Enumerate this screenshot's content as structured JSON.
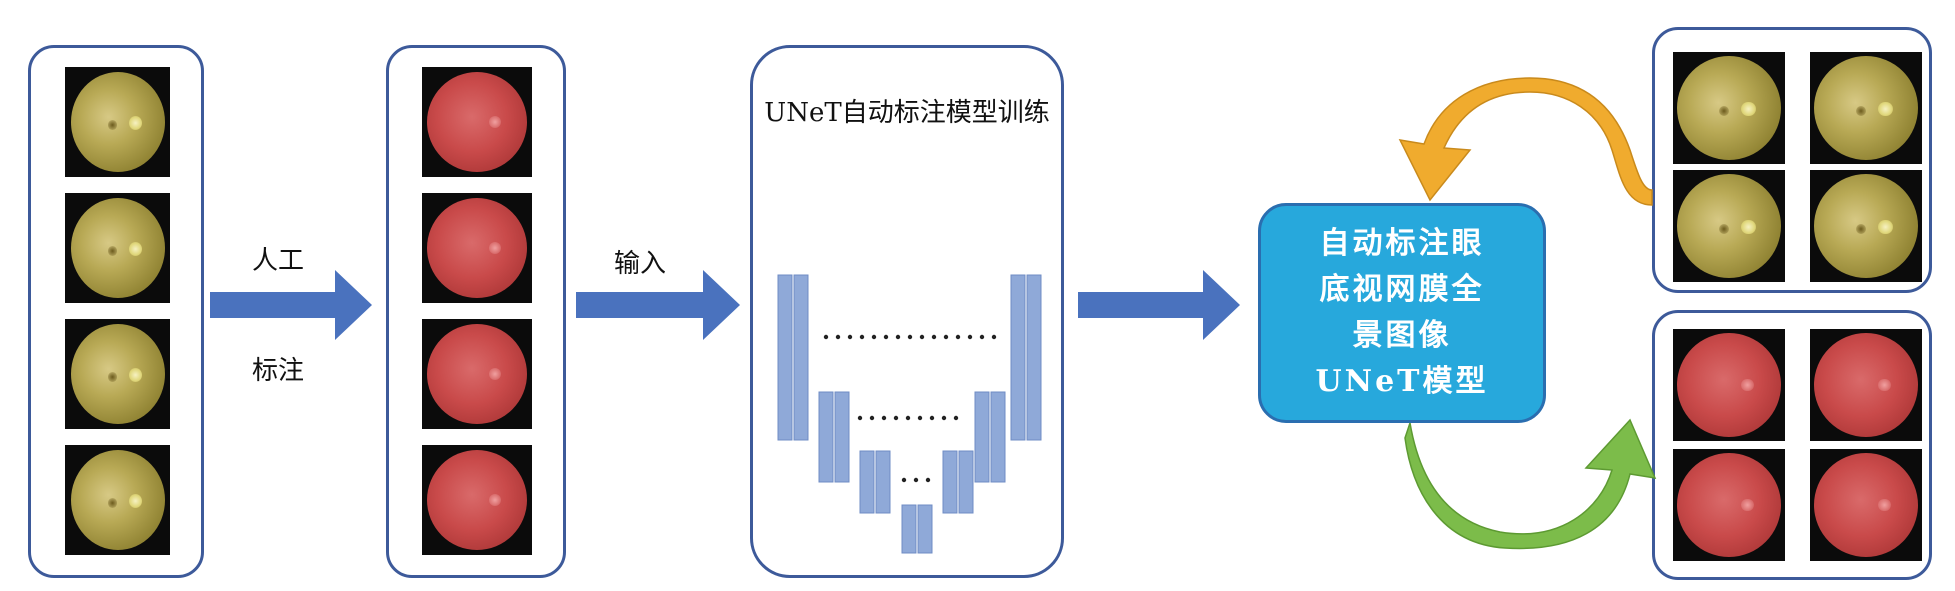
{
  "edges": {
    "manual_label_top": "人工",
    "manual_label_bottom": "标注",
    "input_label": "输入"
  },
  "unet_training": {
    "title": "UNeT自动标注模型训练"
  },
  "model": {
    "title": "自动标注眼底视网膜全景图像UNeT模型"
  },
  "colors": {
    "frame_border": "#3d5a9a",
    "arrow_blue": "#4a72be",
    "unet_bar": "#8fa9d8",
    "model_box": "#27a8dc",
    "arrow_orange": "#f0ab2e",
    "arrow_green": "#7cbc4a"
  }
}
